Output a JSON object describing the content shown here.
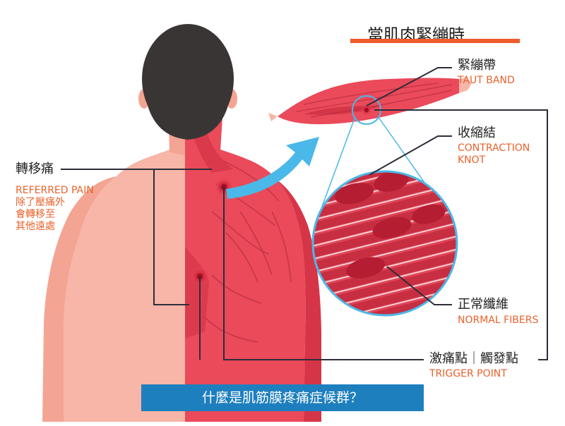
{
  "title": "當肌肉緊繃時",
  "caption": "什麼是肌筋膜疼痛症候群？",
  "labels": {
    "taut_band": {
      "zh": "緊繃帶",
      "en": "TAUT BAND"
    },
    "contraction_knot": {
      "zh": "收縮結",
      "en": "CONTRACTION\nKNOT"
    },
    "normal_fibers": {
      "zh": "正常纖維",
      "en": "NORMAL FIBERS"
    },
    "trigger_point": {
      "zh": "激痛點｜觸發點",
      "en": "TRIGGER POINT"
    },
    "referred_pain": {
      "zh": "轉移痛",
      "en": "REFERRED PAIN",
      "desc": "除了壓痛外\n會轉移至\n其他遠處"
    }
  },
  "colors": {
    "skin": "#f7b6a8",
    "muscle": "#ea4a5a",
    "muscle_dark": "#c42a3c",
    "hair": "#3a3535",
    "accent_orange": "#e8622c",
    "arrow_blue": "#4ab8e8",
    "line": "#2d2d3a",
    "caption_bg": "#1e7fbf"
  },
  "icons": [
    "trigger-point-dot",
    "zoom-circle",
    "curved-arrow"
  ]
}
